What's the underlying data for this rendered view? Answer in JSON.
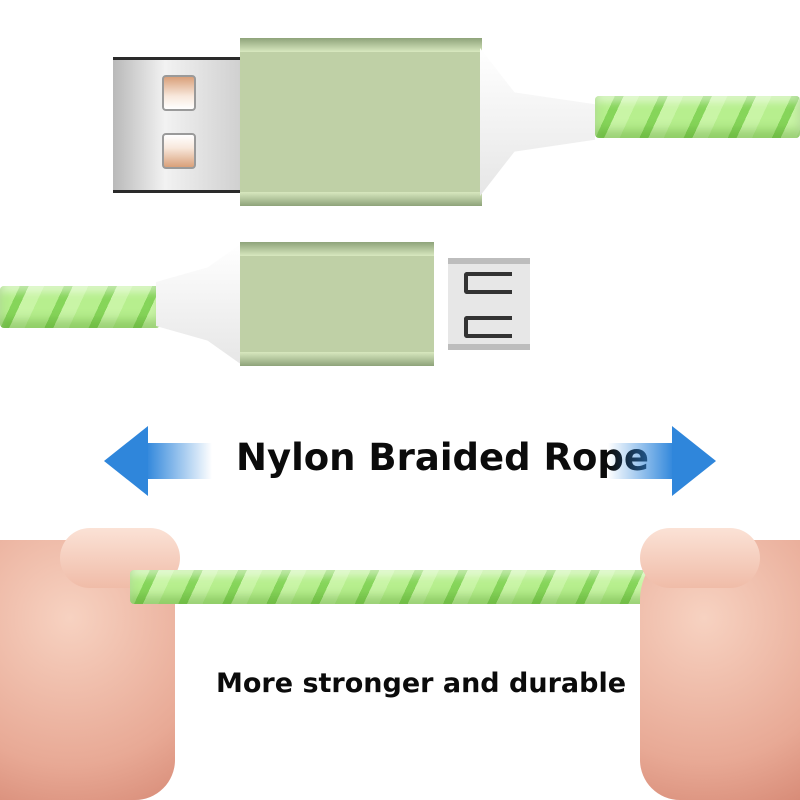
{
  "image": {
    "description": "Product photo of green flowing-light USB to Micro-USB cable with stretch demo",
    "headline": "Nylon Braided Rope",
    "caption": "More stronger and durable",
    "colors": {
      "cable_green": "#9fe46f",
      "housing_green": "#bfd0a6",
      "arrow_blue": "#2f86db",
      "text": "#0b0b0b",
      "background": "#ffffff"
    },
    "connectors": [
      {
        "type": "USB-A",
        "position": "top"
      },
      {
        "type": "Micro-USB",
        "position": "middle"
      }
    ]
  }
}
